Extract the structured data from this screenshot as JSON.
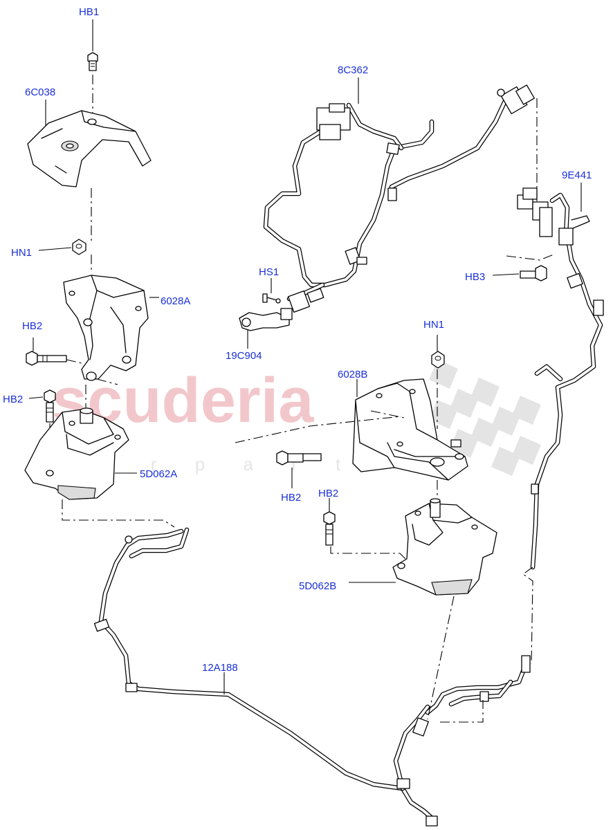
{
  "watermark": {
    "brand": "scuderia",
    "sub": "c a r   p a r t"
  },
  "labels": {
    "hb1": "HB1",
    "c038": "6C038",
    "hn1_left": "HN1",
    "a6028": "6028A",
    "hb2_a": "HB2",
    "hb2_b": "HB2",
    "d062a": "5D062A",
    "c362": "8C362",
    "hs1": "HS1",
    "c904": "19C904",
    "e441": "9E441",
    "hb3": "HB3",
    "hn1_right": "HN1",
    "b6028": "6028B",
    "hb2_c": "HB2",
    "hb2_d": "HB2",
    "d062b": "5D062B",
    "a188": "12A188"
  }
}
